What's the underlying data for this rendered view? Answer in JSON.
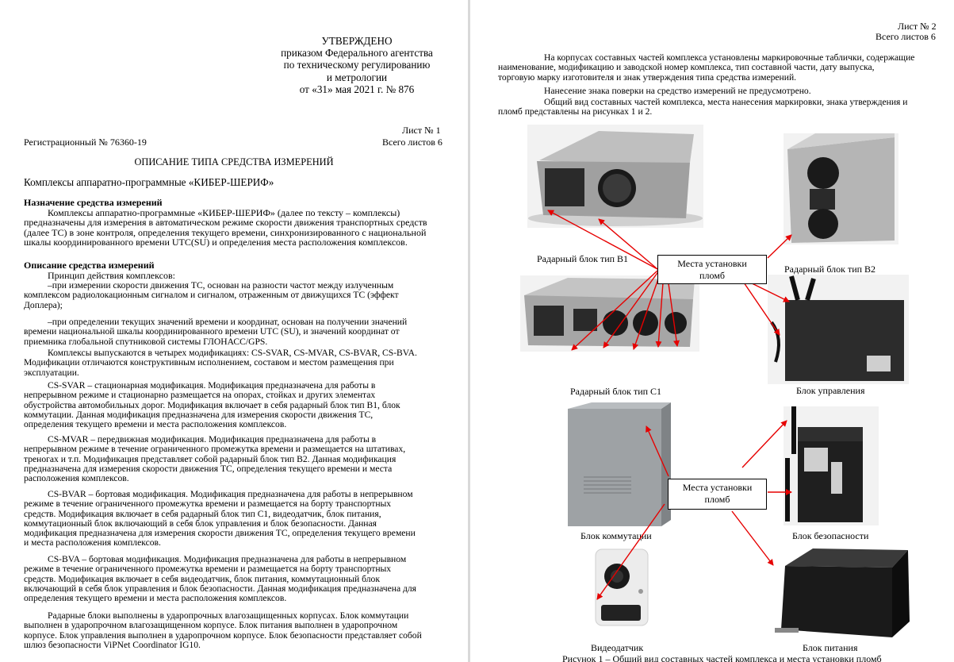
{
  "page1": {
    "approval": {
      "heading": "УТВЕРЖДЕНО",
      "line1": "приказом Федерального агентства",
      "line2": "по техническому регулированию",
      "line3": "и метрологии",
      "line4": "от «31» мая 2021 г. № 876"
    },
    "sheet_number": "Лист № 1",
    "registration": "Регистрационный № 76360-19",
    "total_sheets": "Всего листов 6",
    "doc_title": "ОПИСАНИЕ ТИПА СРЕДСТВА ИЗМЕРЕНИЙ",
    "subject": "Комплексы аппаратно-программные «КИБЕР-ШЕРИФ»",
    "purpose_heading": "Назначение средства измерений",
    "purpose_lines": [
      "Комплексы аппаратно-программные «КИБЕР-ШЕРИФ» (далее по тексту – комплексы)",
      "предназначены для измерения в автоматическом режиме скорости движения транспортных средств",
      "(далее ТС) в зоне контроля, определения текущего времени, синхронизированного с национальной",
      "шкалы координированного времени UTC(SU) и определения места расположения комплексов."
    ],
    "description_heading": "Описание средства измерений",
    "principle": "Принцип действия комплексов:",
    "bullet1_lines": [
      "–при измерении скорости движения ТС, основан на разности частот между излученным",
      "комплексом радиолокационным сигналом и сигналом, отраженным от движущихся ТС (эффект",
      "Доплера);"
    ],
    "bullet2_lines": [
      "–при определении текущих значений времени и координат, основан на получении значений",
      "времени национальной шкалы координированного времени UTC (SU), и значений координат от",
      "приемника глобальной спутниковой системы ГЛОНАСС/GPS."
    ],
    "mods_lines": [
      "Комплексы выпускаются в четырех модификациях: CS-SVAR, CS-MVAR, CS-BVAR, CS-BVA.",
      "Модификации отличаются конструктивным исполнением, составом и местом размещения при",
      "эксплуатации."
    ],
    "svar_lines": [
      "CS-SVAR – стационарная модификация. Модификация предназначена для работы в",
      "непрерывном режиме и стационарно размещается на опорах, стойках и других элементах",
      "обустройства автомобильных дорог. Модификация включает в себя радарный блок тип В1, блок",
      "коммутации. Данная модификация предназначена для измерения скорости движения ТС,",
      "определения текущего времени и места расположения комплексов."
    ],
    "mvar_lines": [
      "CS-MVAR – передвижная модификация. Модификация предназначена для работы в",
      "непрерывном режиме в течение ограниченного промежутка времени и размещается на штативах,",
      "треногах и т.п. Модификация представляет собой радарный блок тип В2. Данная модификация",
      "предназначена для измерения скорости движения ТС, определения текущего времени и места",
      "расположения комплексов."
    ],
    "bvar_lines": [
      "CS-BVAR – бортовая модификация. Модификация предназначена для работы в непрерывном",
      "режиме в течение ограниченного промежутка времени и размещается на борту транспортных",
      "средств. Модификация включает в себя радарный блок тип С1, видеодатчик, блок питания,",
      "коммутационный блок включающий в себя блок управления и блок безопасности. Данная",
      "модификация предназначена для измерения скорости движения ТС, определения текущего времени",
      "и места расположения комплексов."
    ],
    "bva_lines": [
      "CS-BVA – бортовая модификация. Модификация предназначена для работы в непрерывном",
      "режиме в течение ограниченного промежутка времени и размещается на борту транспортных",
      "средств. Модификация включает в себя видеодатчик, блок питания, коммутационный блок",
      "включающий в себя блок управления и блок безопасности. Данная модификация предназначена для",
      "определения текущего времени и места расположения комплексов."
    ],
    "radar_lines": [
      "Радарные блоки выполнены в ударопрочных влагозащищенных корпусах. Блок коммутации",
      "выполнен в ударопрочном влагозащищенном корпусе. Блок питания выполнен в ударопрочном",
      "корпусе. Блок управления выполнен в ударопрочном корпусе. Блок безопасности представляет собой",
      "шлюз безопасности ViPNet Coordinator IG10."
    ]
  },
  "page2": {
    "sheet_number": "Лист № 2",
    "total_sheets": "Всего листов 6",
    "marking_lines": [
      "На корпусах составных частей комплекса установлены маркировочные таблички, содержащие",
      "наименование, модификацию и заводской номер комплекса, тип составной части, дату выпуска,",
      "торговую марку изготовителя и знак утверждения типа средства измерений."
    ],
    "verification": "Нанесение знака поверки на средство измерений не предусмотрено.",
    "general_view_lines": [
      "Общий вид составных частей комплекса, места нанесения маркировки, знака утверждения и",
      "пломб представлены на рисунках 1 и 2."
    ],
    "captions": {
      "radar_b1": "Радарный блок тип В1",
      "radar_b2": "Радарный блок тип В2",
      "radar_c1": "Радарный блок тип С1",
      "control": "Блок управления",
      "switching": "Блок коммутации",
      "security": "Блок безопасности",
      "video": "Видеодатчик",
      "power": "Блок питания"
    },
    "callout_line1": "Места установки",
    "callout_line2": "пломб",
    "figure_caption": "Рисунок 1 – Общий вид составных частей комплекса и места установки пломб",
    "colors": {
      "arrow": "#e60000"
    }
  }
}
